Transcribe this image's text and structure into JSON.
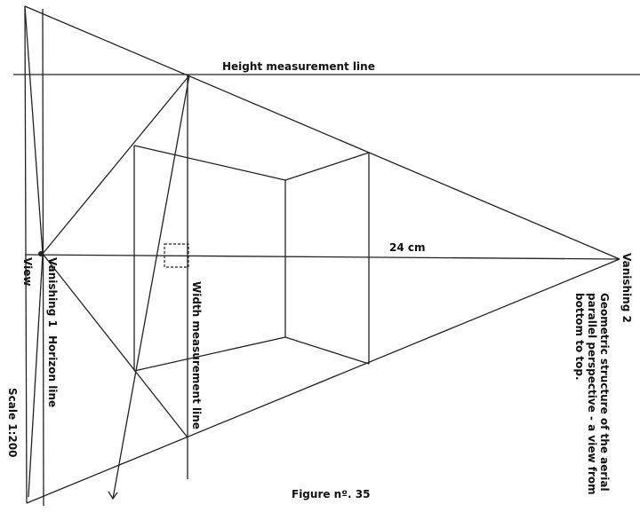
{
  "labels": {
    "height_line": "Height measurement line",
    "distance": "24 cm",
    "figure": "Figure nº. 35",
    "view": "View",
    "vanishing1": "Vanishing 1",
    "horizon": "Horizon line",
    "scale": "Scale 1:200",
    "width_line": "Width measurement line",
    "vanishing2": "Vanishing 2",
    "caption": [
      "Geometric structure of the aerial",
      "parallel perspective - a view from",
      "bottom to top."
    ]
  }
}
